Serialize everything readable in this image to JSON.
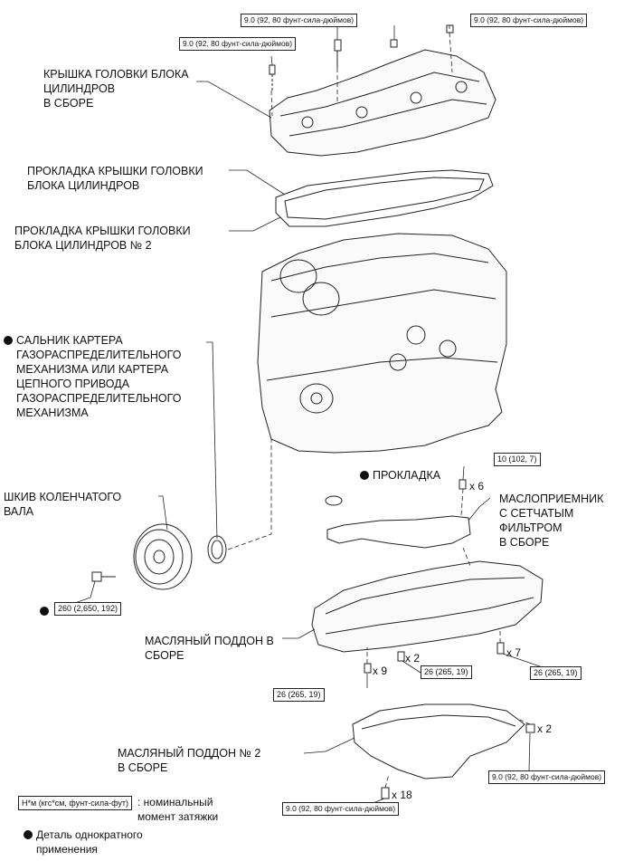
{
  "labels": {
    "head_cover": [
      "КРЫШКА ГОЛОВКИ БЛОКА",
      "ЦИЛИНДРОВ",
      "В СБОРЕ"
    ],
    "head_cover_gasket": [
      "ПРОКЛАДКА КРЫШКИ ГОЛОВКИ",
      "БЛОКА ЦИЛИНДРОВ"
    ],
    "head_cover_gasket_2": [
      "ПРОКЛАДКА КРЫШКИ ГОЛОВКИ",
      "БЛОКА ЦИЛИНДРОВ № 2"
    ],
    "oil_seal": [
      "САЛЬНИК КАРТЕРА",
      "ГАЗОРАСПРЕДЕЛИТЕЛЬНОГО",
      "МЕХАНИЗМА ИЛИ КАРТЕРА",
      "ЦЕПНОГО ПРИВОДА",
      "ГАЗОРАСПРЕДЕЛИТЕЛЬНОГО",
      "МЕХАНИЗМА"
    ],
    "gasket": "ПРОКЛАДКА",
    "crank_pulley": [
      "ШКИВ КОЛЕНЧАТОГО",
      "ВАЛА"
    ],
    "oil_strainer": [
      "МАСЛОПРИЕМНИК",
      "С СЕТЧАТЫМ",
      "ФИЛЬТРОМ",
      "В СБОРЕ"
    ],
    "oil_pan": [
      "МАСЛЯНЫЙ ПОДДОН В",
      "СБОРЕ"
    ],
    "oil_pan_2": [
      "МАСЛЯНЫЙ ПОДДОН № 2",
      "В СБОРЕ"
    ]
  },
  "torques": {
    "t_head_left": "9.0 (92, 80 фунт-сила-дюймов)",
    "t_head_mid": "9.0 (92, 80 фунт-сила-дюймов)",
    "t_head_right": "9.0 (92, 80 фунт-сила-дюймов)",
    "t_strainer": "10 (102, 7)",
    "t_pulley": "260 (2,650, 192)",
    "t_pan_a": "26 (265, 19)",
    "t_pan_b": "26 (265, 19)",
    "t_pan_c": "26 (265, 19)",
    "t_pan2_right": "9.0 (92, 80 фунт-сила-дюймов)",
    "t_pan2_bottom": "9.0 (92, 80 фунт-сила-дюймов)"
  },
  "quantities": {
    "q_strainer": "x 6",
    "q_pan_2": "x 2",
    "q_pan_9": "x 9",
    "q_pan_7": "x 7",
    "q_pan2_2": "x 2",
    "q_pan2_18": "x 18"
  },
  "legend": {
    "torque_unit": "Н*м (кгс*см, фунт-сила-фут)",
    "torque_desc": [
      ": номинальный",
      "момент затяжки"
    ],
    "single_use": [
      "Деталь однократного",
      "применения"
    ]
  }
}
